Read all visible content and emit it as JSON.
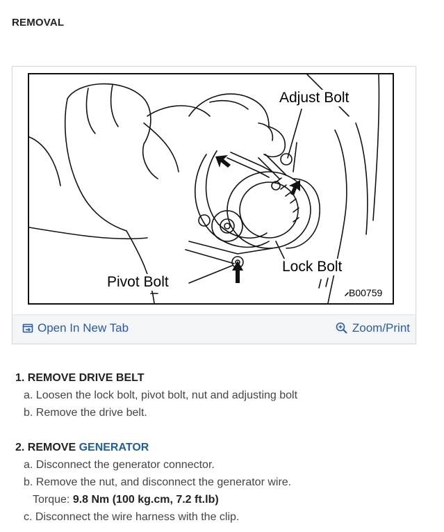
{
  "section_title": "REMOVAL",
  "figure": {
    "callouts": {
      "adjust_bolt": "Adjust Bolt",
      "lock_bolt": "Lock Bolt",
      "pivot_bolt": "Pivot Bolt"
    },
    "code": "B00759",
    "open_tab_label": "Open In New Tab",
    "zoom_label": "Zoom/Print"
  },
  "steps": [
    {
      "heading": "1. REMOVE DRIVE BELT",
      "items": [
        "a. Loosen the lock bolt, pivot bolt, nut and adjusting bolt",
        "b. Remove the drive belt."
      ]
    },
    {
      "heading_prefix": "2. REMOVE ",
      "heading_link": "GENERATOR",
      "items": [
        "a. Disconnect the generator connector.",
        "b. Remove the nut, and disconnect the generator wire.",
        "c. Disconnect the wire harness with the clip."
      ],
      "torque_label": "Torque: ",
      "torque_value": "9.8 Nm (100 kg.cm, 7.2 ft.lb)"
    }
  ],
  "colors": {
    "link": "#1a5fa8",
    "footer_bg": "#f4f5f7"
  }
}
